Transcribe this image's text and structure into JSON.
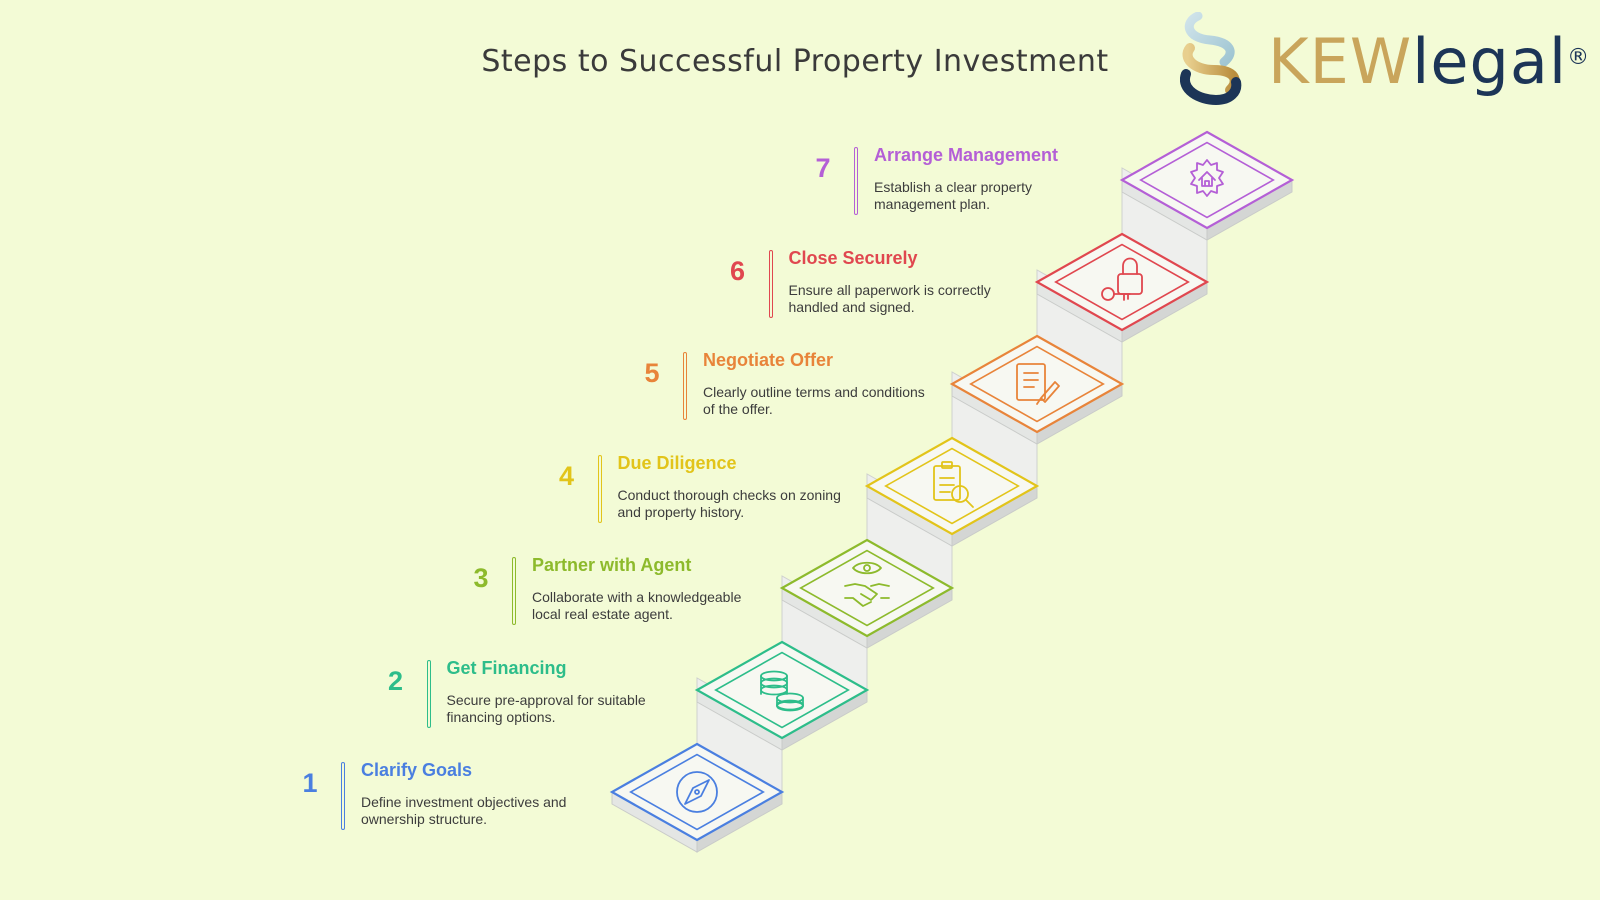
{
  "title": "Steps to Successful Property Investment",
  "logo": {
    "brand_kew": "KEW",
    "brand_legal": "legal",
    "registered": "®"
  },
  "steps": [
    {
      "number": "1",
      "title": "Clarify Goals",
      "description": "Define investment objectives and ownership structure.",
      "color": "#4a7fe0",
      "icon": "compass-icon"
    },
    {
      "number": "2",
      "title": "Get Financing",
      "description": "Secure pre-approval for suitable financing options.",
      "color": "#2dbd8a",
      "icon": "coins-icon"
    },
    {
      "number": "3",
      "title": "Partner with Agent",
      "description": "Collaborate with a knowledgeable local real estate agent.",
      "color": "#8dba2c",
      "icon": "handshake-icon"
    },
    {
      "number": "4",
      "title": "Due Diligence",
      "description": "Conduct thorough checks on zoning and property history.",
      "color": "#e2c41a",
      "icon": "document-search-icon"
    },
    {
      "number": "5",
      "title": "Negotiate Offer",
      "description": "Clearly outline terms and conditions of the offer.",
      "color": "#e8843a",
      "icon": "contract-sign-icon"
    },
    {
      "number": "6",
      "title": "Close Securely",
      "description": "Ensure all paperwork is correctly handled and signed.",
      "color": "#e0474f",
      "icon": "lock-key-icon"
    },
    {
      "number": "7",
      "title": "Arrange Management",
      "description": "Establish a clear property management plan.",
      "color": "#b45fd6",
      "icon": "house-gear-icon"
    }
  ]
}
